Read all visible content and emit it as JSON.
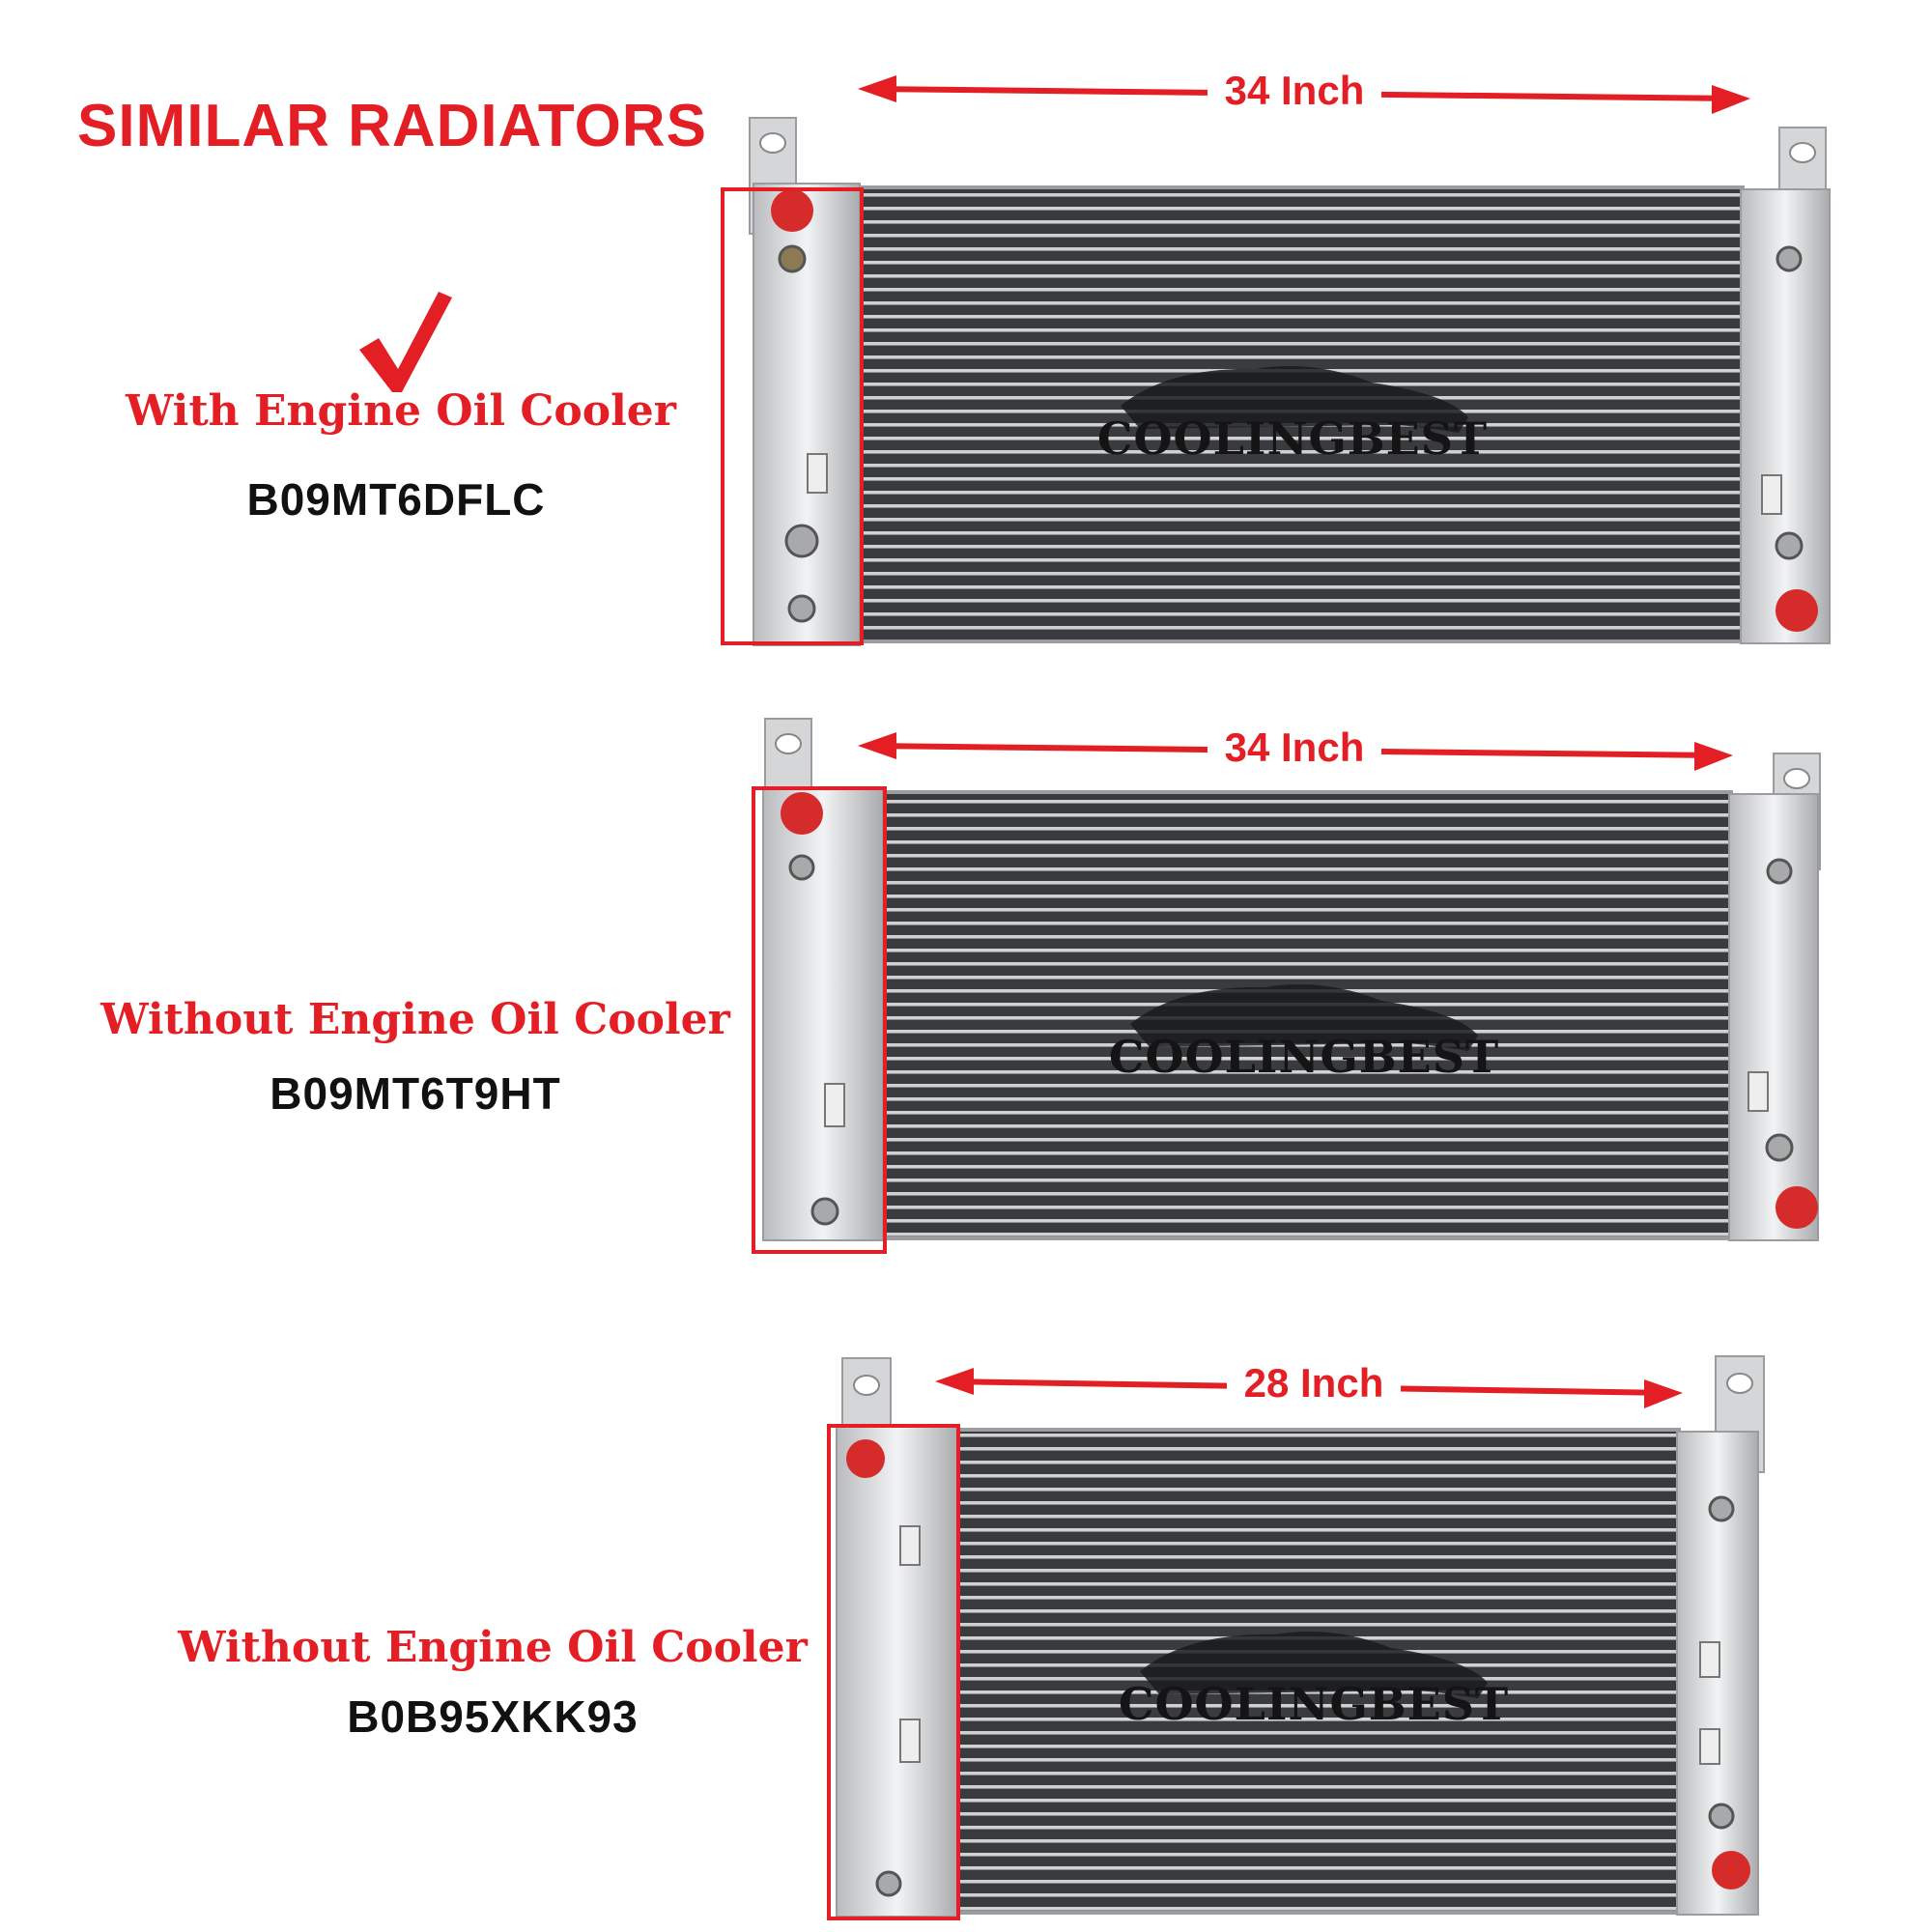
{
  "page_title": "SIMILAR RADIATORS",
  "colors": {
    "accent_red": "#e31e24",
    "code_text": "#111111",
    "core_dark": "#3a3b3e",
    "aluminum": "#d9dadb"
  },
  "check_icon": "checkmark-icon",
  "radiators": [
    {
      "label": "With Engine Oil Cooler",
      "code": "B09MT6DFLC",
      "width_label": "34 Inch",
      "brand": "COOLINGBEST",
      "selected": true
    },
    {
      "label": "Without Engine Oil Cooler",
      "code": "B09MT6T9HT",
      "width_label": "34 Inch",
      "brand": "COOLINGBEST",
      "selected": false
    },
    {
      "label": "Without Engine Oil Cooler",
      "code": "B0B95XKK93",
      "width_label": "28 Inch",
      "brand": "COOLINGBEST",
      "selected": false
    }
  ]
}
